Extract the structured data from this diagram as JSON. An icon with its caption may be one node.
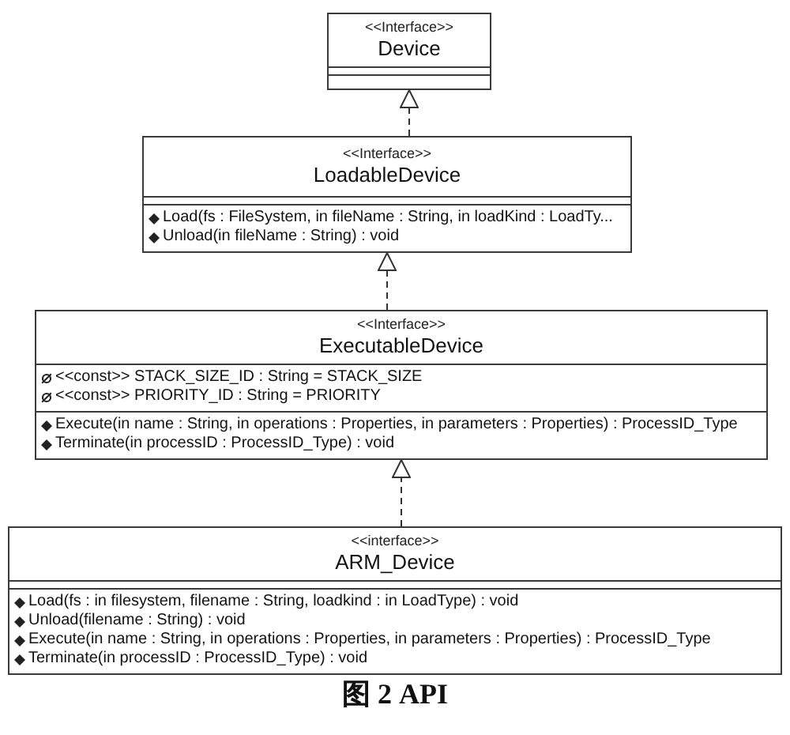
{
  "diagram": {
    "caption": "图 2 API",
    "nodes": [
      {
        "text": [
          "<<Interface>>",
          "Device"
        ]
      },
      {
        "text": [],
        "shape": "box",
        "in": 0
      },
      {
        "text": [],
        "shape": "box",
        "in": 0
      },
      {
        "text": [
          "<<Interface>>",
          "LoadableDevice"
        ]
      },
      {
        "text": [],
        "shape": "box",
        "in": 3
      },
      {
        "text": [
          "Load(fs : FileSystem, in fileName : String, in loadKind : LoadTy...",
          "Unload(in fileName : String) : void"
        ],
        "in": 3
      },
      {
        "text": [
          "<<Interface>>",
          "ExecutableDevice"
        ]
      },
      {
        "text": [
          "<<const>> STACK_SIZE_ID : String = STACK_SIZE",
          "<<const>> PRIORITY_ID : String = PRIORITY"
        ],
        "in": 6
      },
      {
        "text": [
          "Execute(in name : String, in operations : Properties, in parameters : Properties) : ProcessID_Type",
          "Terminate(in processID : ProcessID_Type) : void"
        ],
        "in": 6
      },
      {
        "text": [
          "<<interface>>",
          "ARM_Device"
        ]
      },
      {
        "text": [],
        "shape": "box",
        "in": 9
      },
      {
        "text": [
          "Load(fs : in filesystem, filename : String, loadkind : in LoadType) : void",
          "Unload(filename : String) : void",
          "Execute(in name : String, in operations : Properties, in parameters : Properties) : ProcessID_Type",
          "Terminate(in processID : ProcessID_Type) : void"
        ],
        "in": 9
      }
    ],
    "edges": [
      {
        "from": 3,
        "to": 0,
        "arrow": "to",
        "style": "dashed"
      },
      {
        "from": 6,
        "to": 3,
        "arrow": "to",
        "style": "dashed"
      },
      {
        "from": 9,
        "to": 6,
        "arrow": "to",
        "style": "dashed"
      }
    ]
  }
}
